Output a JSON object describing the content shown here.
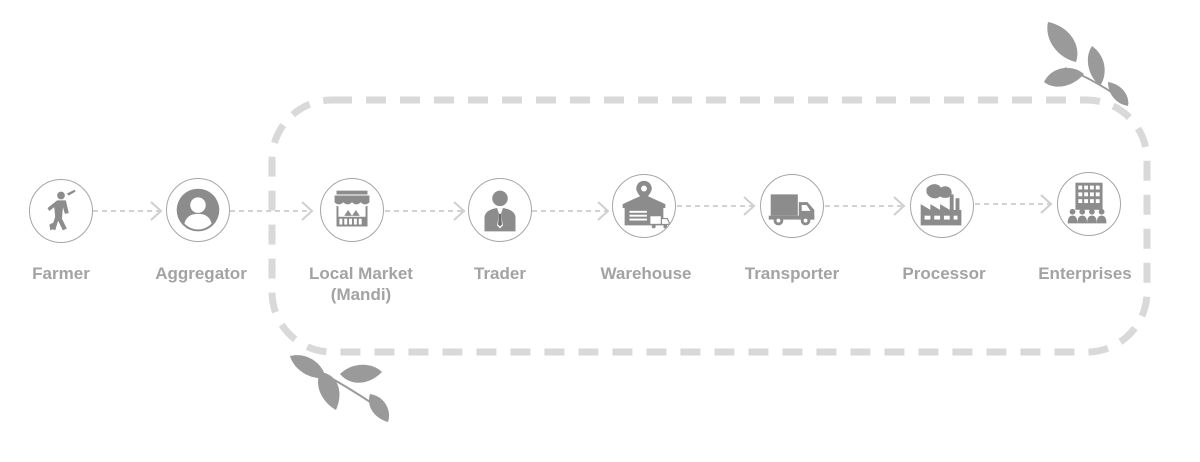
{
  "diagram": {
    "stages": [
      {
        "id": "farmer",
        "label": "Farmer",
        "icon": "farmer-icon"
      },
      {
        "id": "aggregator",
        "label": "Aggregator",
        "icon": "person-avatar-icon"
      },
      {
        "id": "local-market",
        "label": "Local Market",
        "sublabel": "(Mandi)",
        "icon": "market-stall-icon"
      },
      {
        "id": "trader",
        "label": "Trader",
        "icon": "businessman-icon"
      },
      {
        "id": "warehouse",
        "label": "Warehouse",
        "icon": "warehouse-icon"
      },
      {
        "id": "transporter",
        "label": "Transporter",
        "icon": "truck-icon"
      },
      {
        "id": "processor",
        "label": "Processor",
        "icon": "factory-icon"
      },
      {
        "id": "enterprises",
        "label": "Enterprises",
        "icon": "office-building-icon"
      }
    ],
    "colors": {
      "icon_fill": "#8c8c8c",
      "icon_stroke": "#a6a6a6",
      "label": "#a3a3a3",
      "connector": "#d2d2d2",
      "dashed_boundary": "#d9d9d9",
      "leaf": "#9a9a9a"
    }
  }
}
